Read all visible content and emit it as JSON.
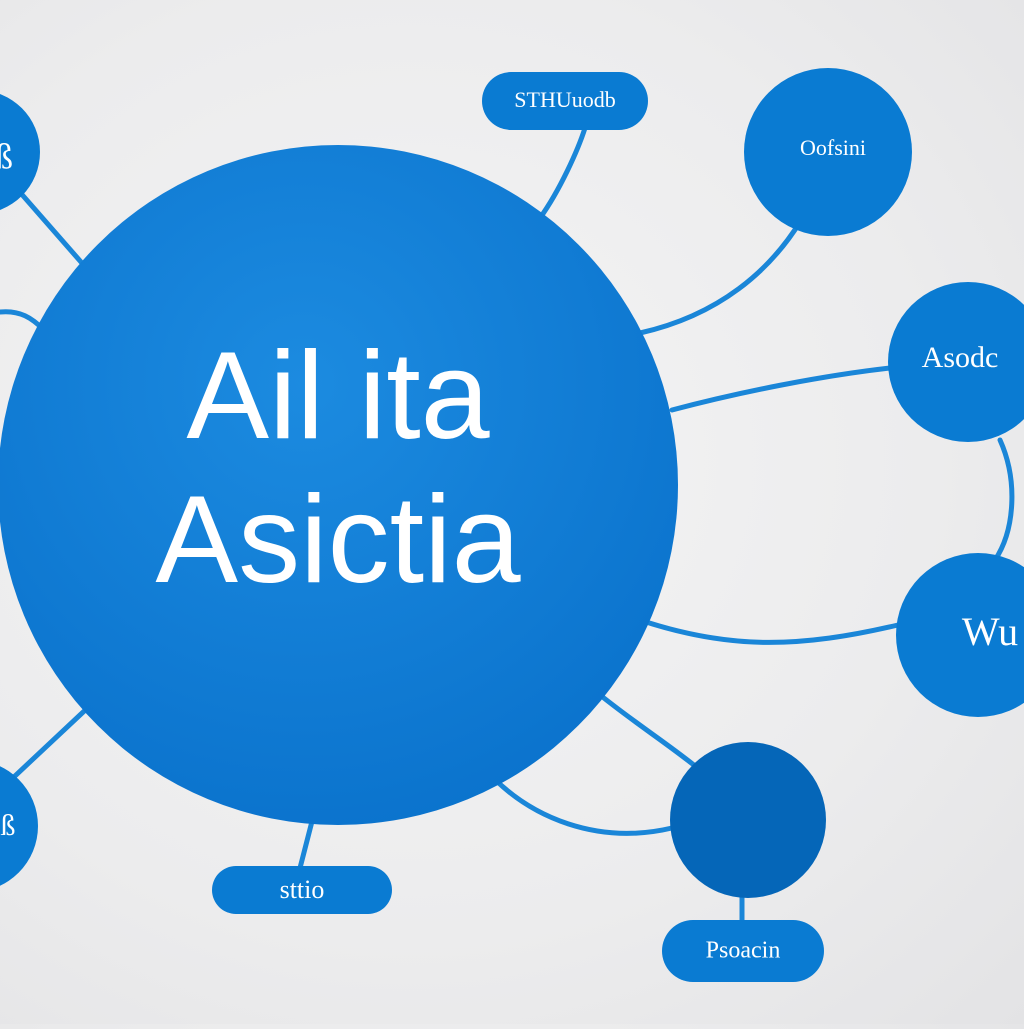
{
  "colors": {
    "node_fill": "#0a7bd2",
    "node_fill_dark": "#0566b8",
    "edge": "#1a86d8",
    "text": "#ffffff",
    "background": "#ececed"
  },
  "central": {
    "line1": "Ail ita",
    "line2": "Asictia"
  },
  "nodes": {
    "top_left": "ß",
    "top_right": "Oofsini",
    "right_upper": "Asodc",
    "right_lower": "Wu",
    "bottom_right": "",
    "bottom_left": "ß"
  },
  "pills": {
    "top": "STHUuodb",
    "bottom_left": "sttio",
    "bottom_right": "Psoacin"
  }
}
